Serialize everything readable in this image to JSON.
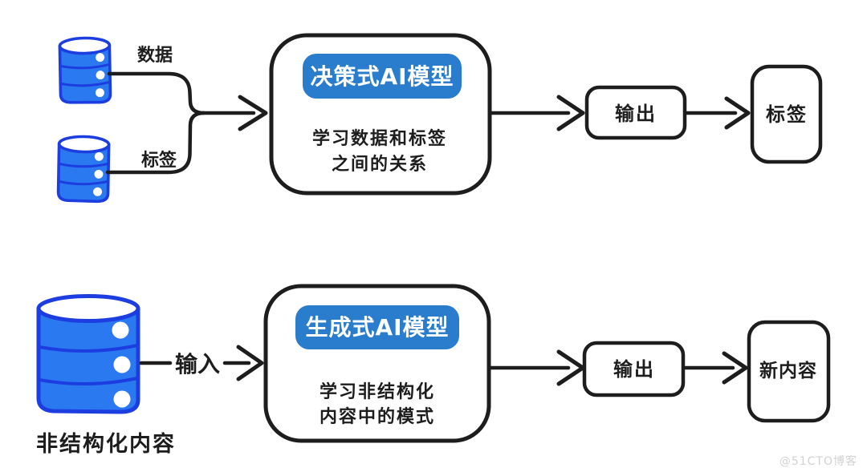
{
  "colors": {
    "background": "#ffffff",
    "cylinder_fill": "#2b79f0",
    "cylinder_stroke": "#1c3ee0",
    "pill_fill": "#2a7ccd",
    "pill_text": "#ffffff",
    "ink": "#1d1d1d",
    "watermark_gray": "#d2d2d4"
  },
  "top_flow": {
    "input1_label": "数据",
    "input2_label": "标签",
    "model_title": "决策式AI模型",
    "model_desc_line1": "学习数据和标签",
    "model_desc_line2": "之间的关系",
    "output_label": "输出",
    "result_label": "标签"
  },
  "bottom_flow": {
    "source_label": "非结构化内容",
    "input_label": "输入",
    "model_title": "生成式AI模型",
    "model_desc_line1": "学习非结构化",
    "model_desc_line2": "内容中的模式",
    "output_label": "输出",
    "result_label": "新内容"
  },
  "watermark": "@51CTO博客"
}
